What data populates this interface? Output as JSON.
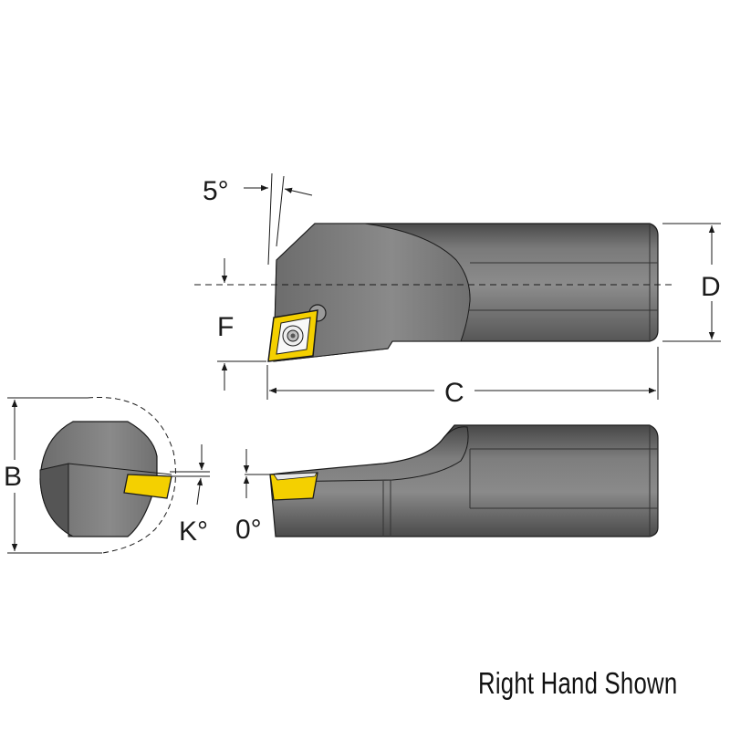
{
  "diagram": {
    "dimension_labels": {
      "lead_angle": "5°",
      "dim_d": "D",
      "dim_f": "F",
      "dim_c": "C",
      "dim_b": "B",
      "angle_k": "K°",
      "angle_zero": "0°"
    },
    "caption": "Right Hand Shown",
    "colors": {
      "body": "#676767",
      "body_highlight": "#8e8e8e",
      "body_dark": "#3d3d3d",
      "insert": "#f4d000",
      "line": "#1a1a1a"
    }
  }
}
